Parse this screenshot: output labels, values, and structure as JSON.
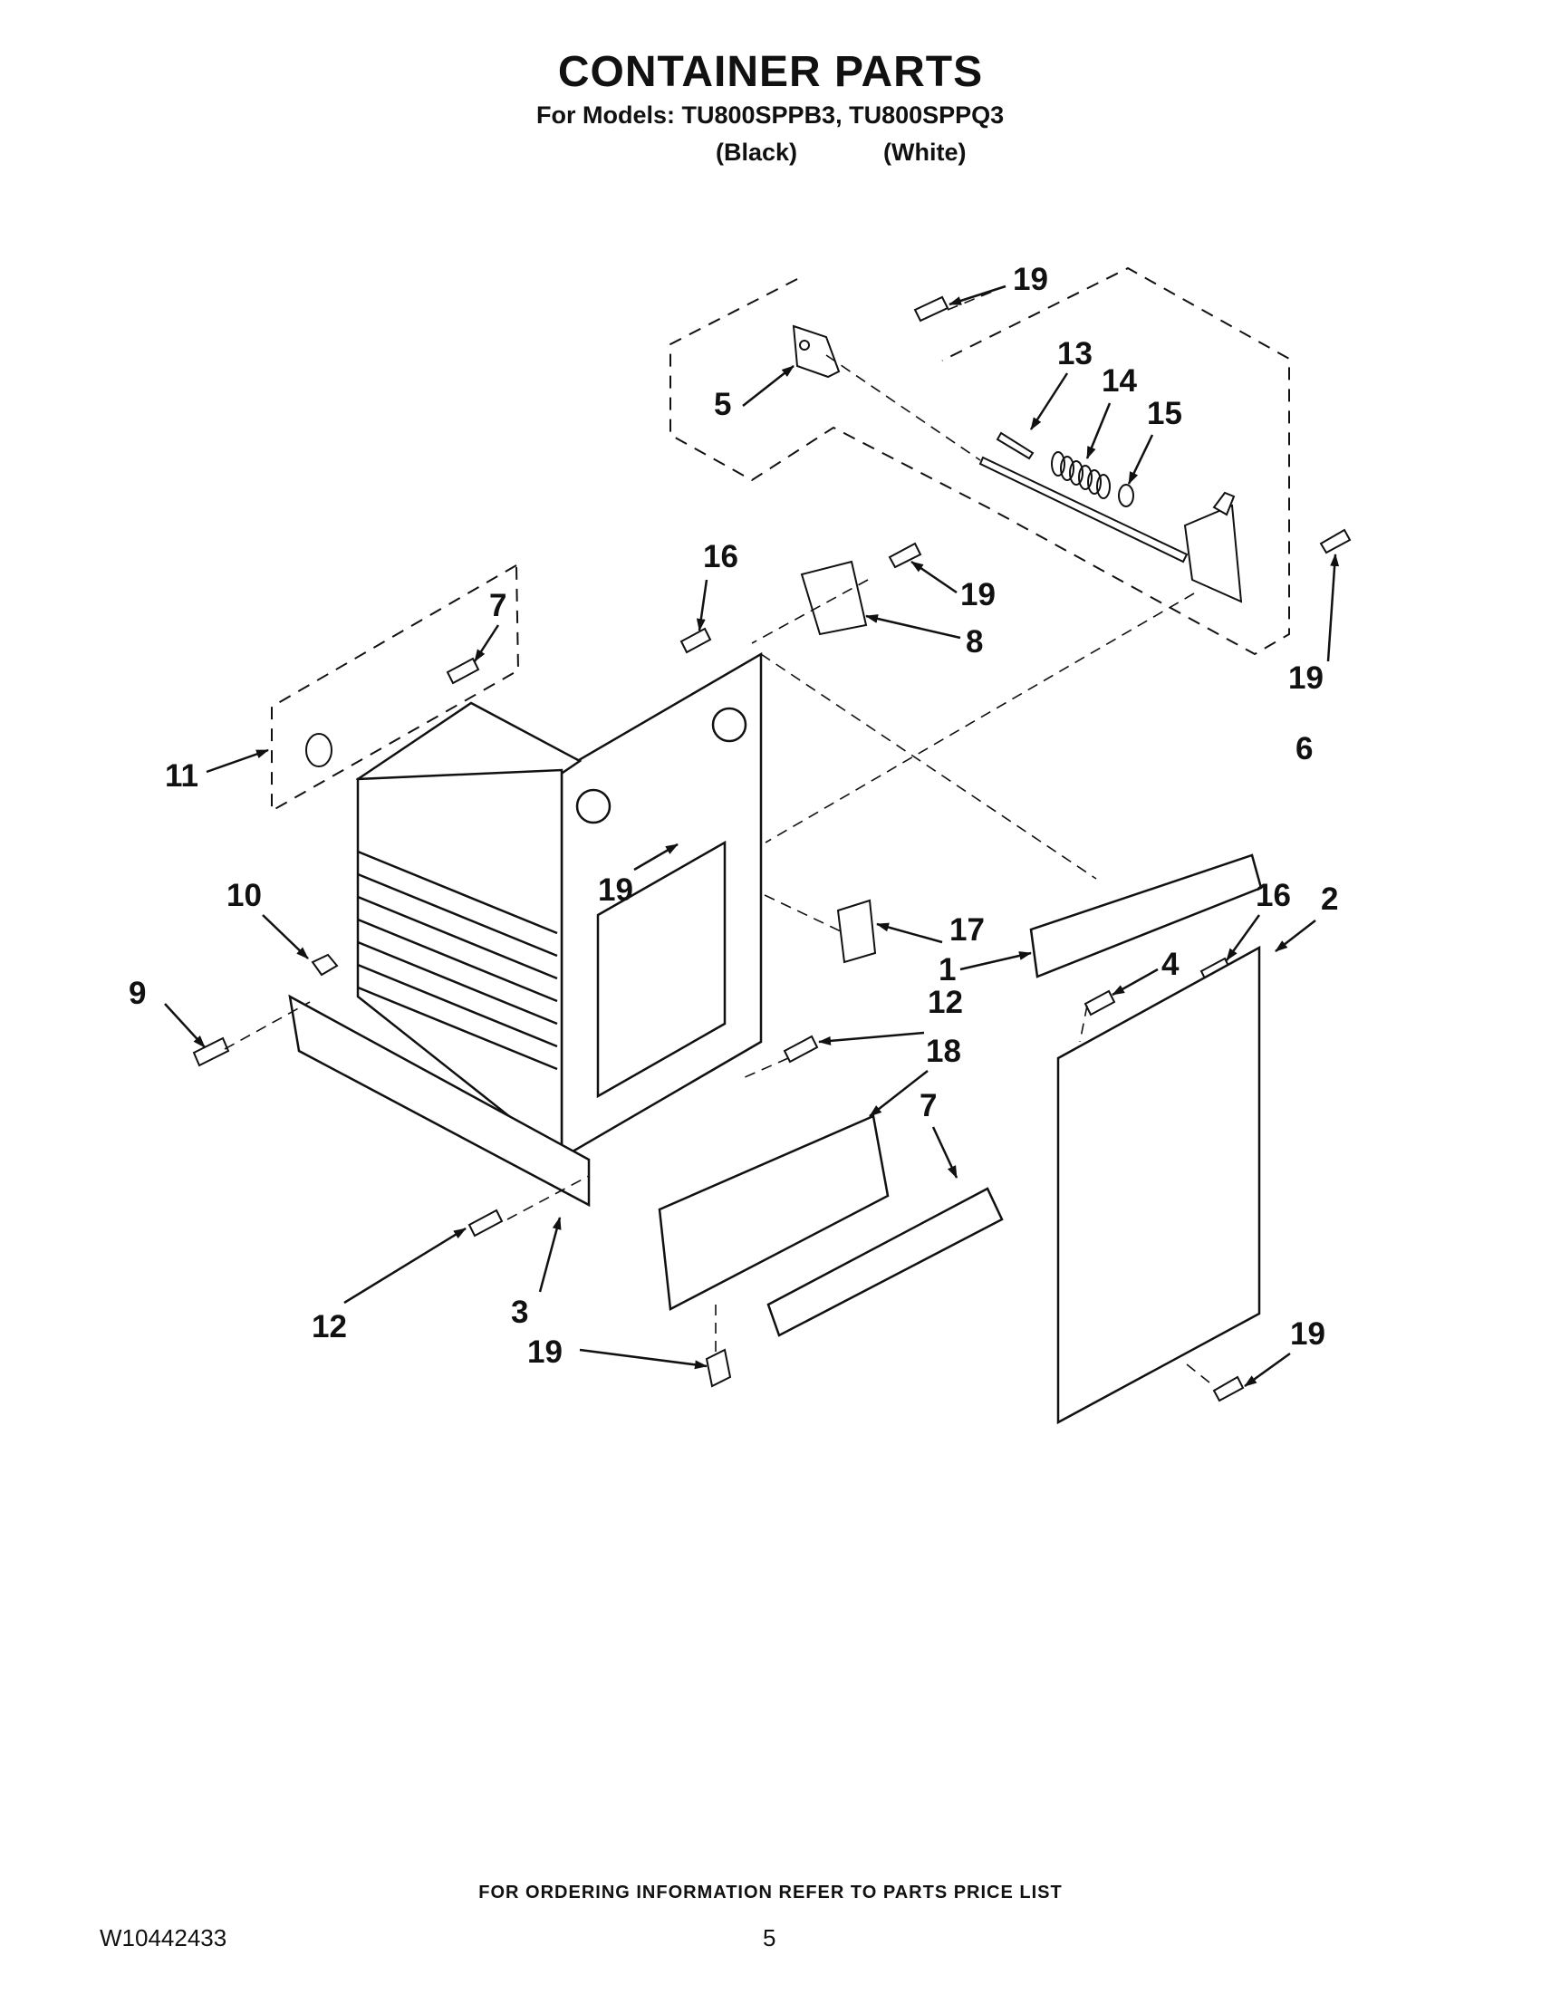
{
  "header": {
    "title": "CONTAINER PARTS",
    "models_line": "For Models: TU800SPPB3, TU800SPPQ3",
    "variant_1": "(Black)",
    "variant_2": "(White)"
  },
  "callouts": {
    "c1": "1",
    "c2": "2",
    "c3": "3",
    "c4": "4",
    "c5": "5",
    "c6": "6",
    "c7a": "7",
    "c7b": "7",
    "c8": "8",
    "c9": "9",
    "c10": "10",
    "c11": "11",
    "c12a": "12",
    "c12b": "12",
    "c13": "13",
    "c14": "14",
    "c15": "15",
    "c16a": "16",
    "c16b": "16",
    "c17": "17",
    "c18": "18",
    "c19a": "19",
    "c19b": "19",
    "c19c": "19",
    "c19d": "19",
    "c19e": "19",
    "c19f": "19"
  },
  "footer": {
    "ordering_note": "FOR ORDERING INFORMATION REFER TO PARTS PRICE LIST",
    "doc_number": "W10442433",
    "page_number": "5"
  }
}
